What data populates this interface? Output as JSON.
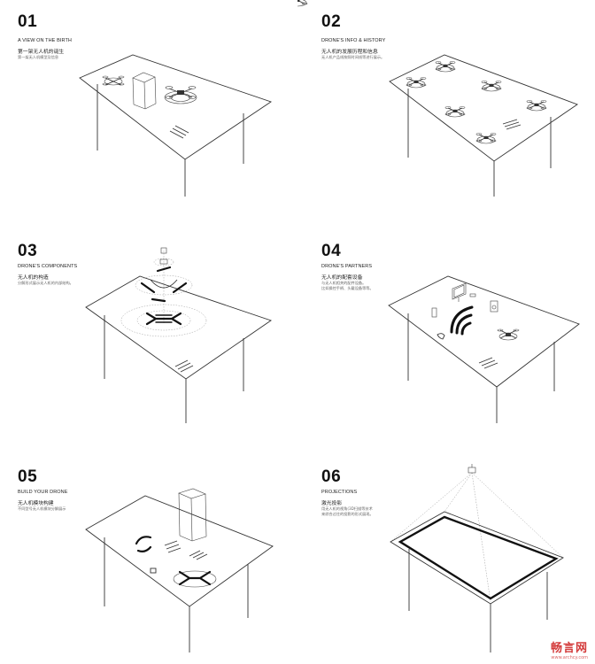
{
  "panels": [
    {
      "num": "01",
      "en": "A VIEW ON THE BIRTH",
      "cn": "第一架无人机的诞生",
      "desc": [
        "第一架无人机模型及信息"
      ]
    },
    {
      "num": "02",
      "en": "DRONE'S INFO & HISTORY",
      "cn": "无人机的发展历程和信息",
      "desc": [
        "无人机产品线按照时间线等进行展示。"
      ]
    },
    {
      "num": "03",
      "en": "DRONE'S COMPONENTS",
      "cn": "无人机的构造",
      "desc": [
        "分解形式展示无人机的内部结构。"
      ]
    },
    {
      "num": "04",
      "en": "DRONE'S PARTNERS",
      "cn": "无人机的配套设备",
      "desc": [
        "与无人机相关的配件设备。",
        "比如操控手柄、头戴设备等等。"
      ]
    },
    {
      "num": "05",
      "en": "BUILD YOUR DRONE",
      "cn": "无人机模块构建",
      "desc": [
        "不同型号无人机模块分解展示"
      ]
    },
    {
      "num": "06",
      "en": "PROJECTIONS",
      "cn": "激光投影",
      "desc": [
        "用无人机的视角(3D扫描等技术",
        "来综合过往的投影的形式展现。"
      ]
    }
  ],
  "watermark": {
    "text": "畅言网",
    "url": "www.archcy.com"
  }
}
